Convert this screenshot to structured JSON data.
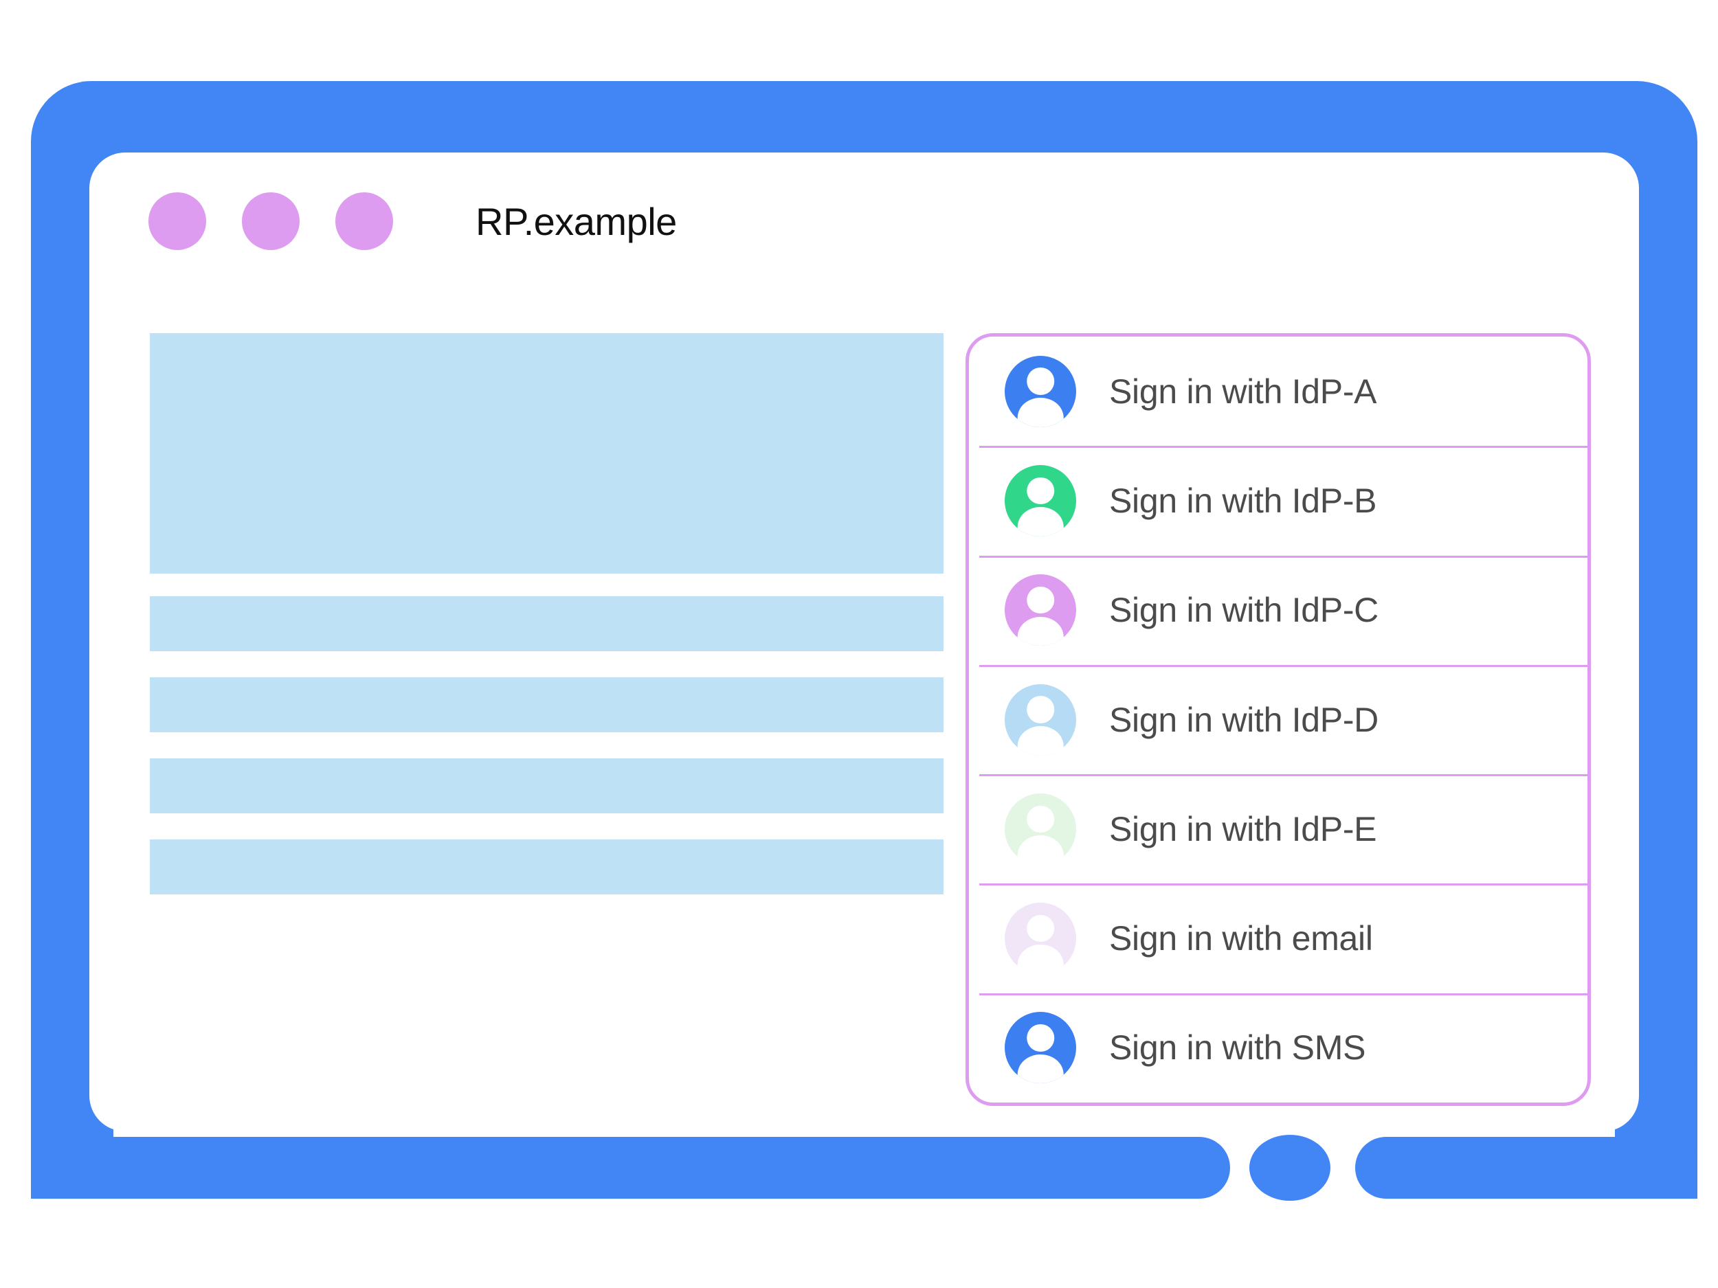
{
  "window": {
    "title": "RP.example",
    "traffic_dots": [
      "dot-1",
      "dot-2",
      "dot-3"
    ],
    "frame_color": "#4285f4",
    "dot_color": "#dd9cf0"
  },
  "content": {
    "placeholder_color": "#bfe1f5",
    "blocks": [
      {
        "name": "hero-placeholder",
        "kind": "hero"
      },
      {
        "name": "text-bar-placeholder-1",
        "kind": "bar"
      },
      {
        "name": "text-bar-placeholder-2",
        "kind": "bar"
      },
      {
        "name": "text-bar-placeholder-3",
        "kind": "bar"
      },
      {
        "name": "text-bar-placeholder-4",
        "kind": "bar"
      }
    ]
  },
  "account_chooser": {
    "border_color": "#dd9cf0",
    "label_color": "#4b4b4b",
    "items": [
      {
        "label": "Sign in with IdP-A",
        "icon": "account-avatar-icon",
        "avatar_color": "#3b7ff0"
      },
      {
        "label": "Sign in with IdP-B",
        "icon": "account-avatar-icon",
        "avatar_color": "#30d68a"
      },
      {
        "label": "Sign in with IdP-C",
        "icon": "account-avatar-icon",
        "avatar_color": "#dd9cf0"
      },
      {
        "label": "Sign in with IdP-D",
        "icon": "account-avatar-icon",
        "avatar_color": "#b6dcf5"
      },
      {
        "label": "Sign in with IdP-E",
        "icon": "account-avatar-icon",
        "avatar_color": "#e3f5e3"
      },
      {
        "label": "Sign in with email",
        "icon": "account-avatar-icon",
        "avatar_color": "#f0e6f7"
      },
      {
        "label": "Sign in with SMS",
        "icon": "account-avatar-icon",
        "avatar_color": "#3b7ff0"
      }
    ]
  }
}
